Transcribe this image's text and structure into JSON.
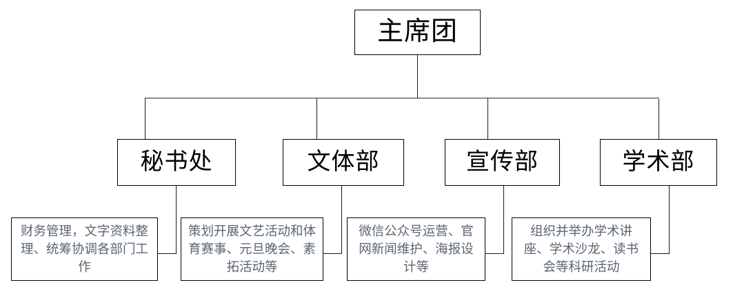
{
  "diagram": {
    "title_text": "主席团",
    "type": "organizational-chart",
    "line_color": "#1a1a1a",
    "box_border_color": "#000000",
    "title_text_color": "#000000",
    "description_text_color": "#5c6672",
    "background_color": "#ffffff",
    "root": {
      "label": "主席团"
    },
    "departments": [
      {
        "label": "秘书处",
        "description": "财务管理，文字资料整理、统筹协调各部门工作"
      },
      {
        "label": "文体部",
        "description": "策划开展文艺活动和体育赛事、元旦晚会、素拓活动等"
      },
      {
        "label": "宣传部",
        "description": "微信公众号运营、官网新闻维护、海报设计等"
      },
      {
        "label": "学术部",
        "description": "组织并举办学术讲座、学术沙龙、读书会等科研活动"
      }
    ]
  }
}
